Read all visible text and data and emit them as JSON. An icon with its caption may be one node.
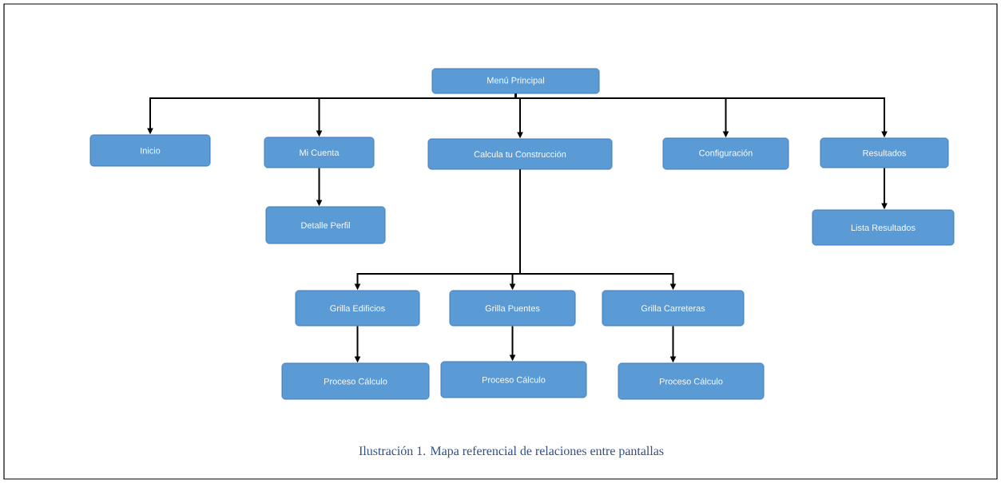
{
  "diagram": {
    "caption": "Ilustración 1. Mapa referencial de relaciones entre pantallas",
    "nodes": [
      {
        "text": [
          "Menú Principal"
        ]
      },
      {
        "text": [
          "Inicio"
        ]
      },
      {
        "text": [
          "Mi Cuenta"
        ]
      },
      {
        "text": [
          "Calcula tu Construcción"
        ]
      },
      {
        "text": [
          "Configuración"
        ]
      },
      {
        "text": [
          "Resultados"
        ]
      },
      {
        "text": [
          "Detalle Perfil"
        ]
      },
      {
        "text": [
          "Lista Resultados"
        ]
      },
      {
        "text": [
          "Grilla Edificios"
        ]
      },
      {
        "text": [
          "Grilla Puentes"
        ]
      },
      {
        "text": [
          "Grilla Carreteras"
        ]
      },
      {
        "text": [
          "Proceso Cálculo"
        ]
      },
      {
        "text": [
          "Proceso Cálculo"
        ]
      },
      {
        "text": [
          "Proceso Cálculo"
        ]
      }
    ],
    "edges": [
      {
        "from": 0,
        "to": 1,
        "arrow": "to"
      },
      {
        "from": 0,
        "to": 2,
        "arrow": "to"
      },
      {
        "from": 0,
        "to": 3,
        "arrow": "to"
      },
      {
        "from": 0,
        "to": 4,
        "arrow": "to"
      },
      {
        "from": 0,
        "to": 5,
        "arrow": "to"
      },
      {
        "from": 2,
        "to": 6,
        "arrow": "to"
      },
      {
        "from": 5,
        "to": 7,
        "arrow": "to"
      },
      {
        "from": 3,
        "to": 8,
        "arrow": "to"
      },
      {
        "from": 3,
        "to": 9,
        "arrow": "to"
      },
      {
        "from": 3,
        "to": 10,
        "arrow": "to"
      },
      {
        "from": 8,
        "to": 11,
        "arrow": "to"
      },
      {
        "from": 9,
        "to": 12,
        "arrow": "to"
      },
      {
        "from": 10,
        "to": 13,
        "arrow": "to"
      }
    ]
  }
}
